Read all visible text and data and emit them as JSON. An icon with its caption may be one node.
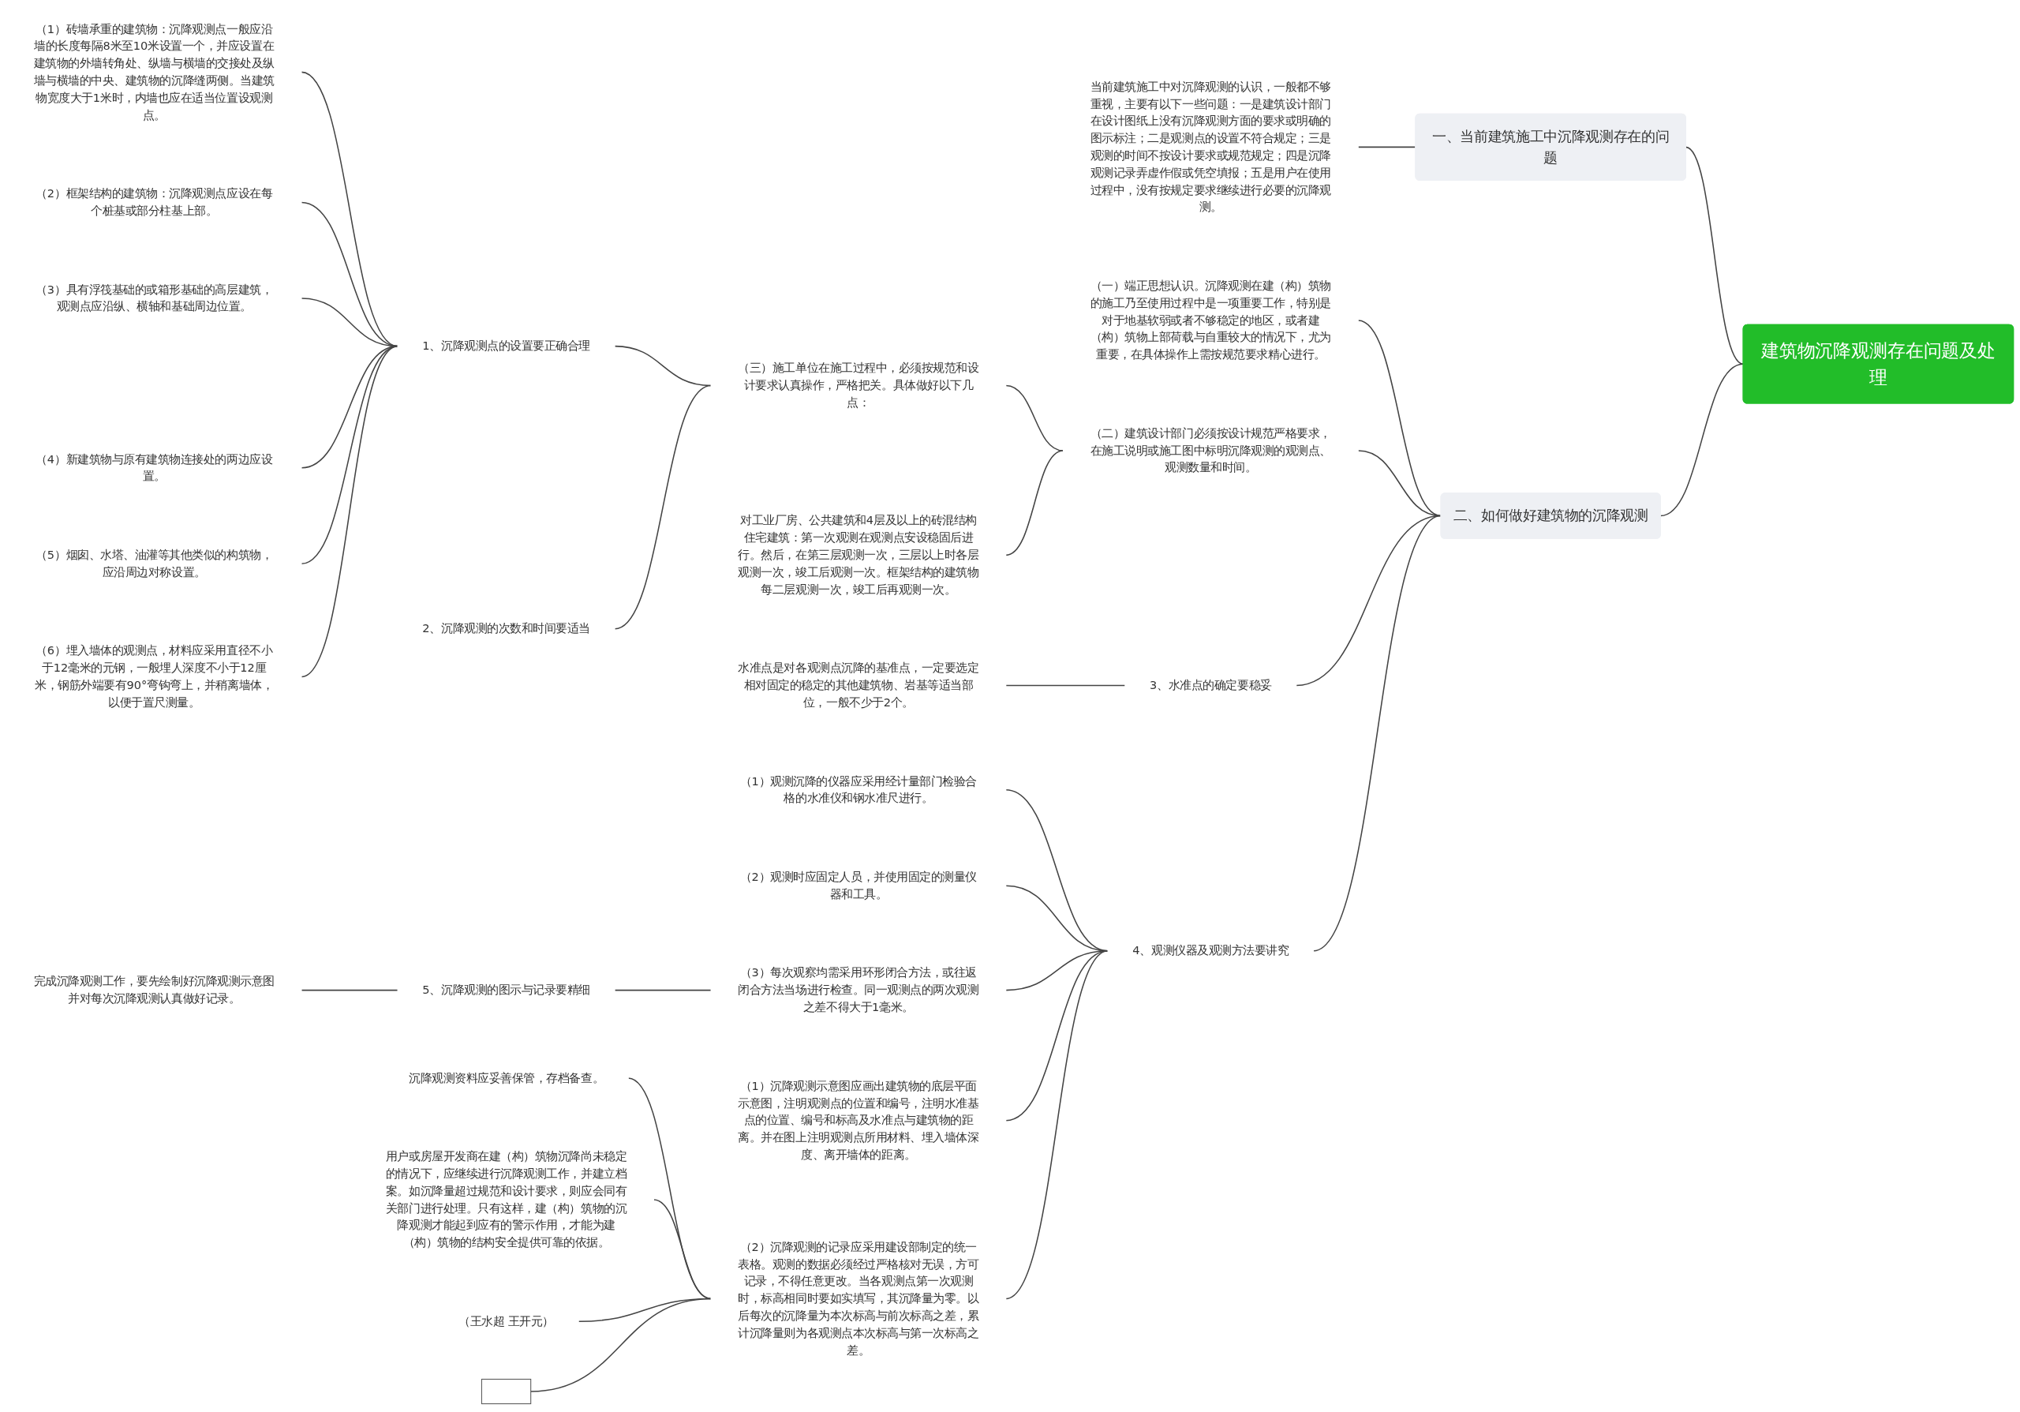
{
  "diagram": {
    "nodes": [
      {
        "text": [
          "建筑物沉降观测存在问题及处理"
        ]
      },
      {
        "text": [
          "一、当前建筑施工中沉降观测存在的问题"
        ]
      },
      {
        "text": [
          "当前建筑施工中对沉降观测的认识，一般都不够重视，主要有以下一些问题：一是建筑设计部门在设计图纸上没有沉降观测方面的要求或明确的图示标注；二是观测点的设置不符合规定；三是观测的时间不按设计要求或规范规定；四是沉降观测记录弄虚作假或凭空填报；五是用户在使用过程中，没有按规定要求继续进行必要的沉降观测。"
        ]
      },
      {
        "text": [
          "二、如何做好建筑物的沉降观测"
        ]
      },
      {
        "text": [
          "（一）端正思想认识。沉降观测在建（构）筑物的施工乃至使用过程中是一项重要工作，特别是对于地基软弱或者不够稳定的地区，或者建（构）筑物上部荷载与自重较大的情况下，尤为重要，在具体操作上需按规范要求精心进行。"
        ]
      },
      {
        "text": [
          "（二）建筑设计部门必须按设计规范严格要求，在施工说明或施工图中标明沉降观测的观测点、观测数量和时间。"
        ]
      },
      {
        "text": [
          "（三）施工单位在施工过程中，必须按规范和设计要求认真操作，严格把关。具体做好以下几点："
        ]
      },
      {
        "text": [
          "1、沉降观测点的设置要正确合理"
        ]
      },
      {
        "text": [
          "（1）砖墙承重的建筑物：沉降观测点一般应沿墙的长度每隔8米至10米设置一个，并应设置在建筑物的外墙转角处、纵墙与横墙的交接处及纵墙与横墙的中央、建筑物的沉降缝两侧。当建筑物宽度大于1米时，内墙也应在适当位置设观测点。"
        ]
      },
      {
        "text": [
          "（2）框架结构的建筑物：沉降观测点应设在每个桩基或部分柱基上部。"
        ]
      },
      {
        "text": [
          "（3）具有浮筏基础的或箱形基础的高层建筑，观测点应沿纵、横轴和基础周边位置。"
        ]
      },
      {
        "text": [
          "（4）新建筑物与原有建筑物连接处的两边应设置。"
        ]
      },
      {
        "text": [
          "（5）烟囱、水塔、油灌等其他类似的构筑物，应沿周边对称设置。"
        ]
      },
      {
        "text": [
          "（6）埋入墙体的观测点，材料应采用直径不小于12毫米的元钢，一般埋人深度不小于12厘米，钢筋外端要有90°弯钩弯上，并稍离墙体，以便于置尺测量。"
        ]
      },
      {
        "text": [
          "2、沉降观测的次数和时间要适当"
        ]
      },
      {
        "text": [
          "对工业厂房、公共建筑和4层及以上的砖混结构住宅建筑：第一次观测在观测点安设稳固后进行。然后，在第三层观测一次，三层以上时各层观测一次，竣工后观测一次。框架结构的建筑物每二层观测一次，竣工后再观测一次。"
        ]
      },
      {
        "text": [
          "3、水准点的确定要稳妥"
        ]
      },
      {
        "text": [
          "水准点是对各观测点沉降的基准点，一定要选定相对固定的稳定的其他建筑物、岩基等适当部位，一般不少于2个。"
        ]
      },
      {
        "text": [
          "4、观测仪器及观测方法要讲究"
        ]
      },
      {
        "text": [
          "（1）观测沉降的仪器应采用经计量部门检验合格的水准仪和钢水准尺进行。"
        ]
      },
      {
        "text": [
          "（2）观测时应固定人员，并使用固定的测量仪器和工具。"
        ]
      },
      {
        "text": [
          "（3）每次观察均需采用环形闭合方法，或往返闭合方法当场进行检查。同一观测点的两次观测之差不得大于1毫米。"
        ]
      },
      {
        "text": [
          "5、沉降观测的图示与记录要精细"
        ]
      },
      {
        "text": [
          "完成沉降观测工作，要先绘制好沉降观测示意图并对每次沉降观测认真做好记录。"
        ]
      },
      {
        "text": [
          "（1）沉降观测示意图应画出建筑物的底层平面示意图，注明观测点的位置和编号，注明水准基点的位置、编号和标高及水准点与建筑物的距离。并在图上注明观测点所用材料、埋入墙体深度、离开墙体的距离。"
        ]
      },
      {
        "text": [
          "（2）沉降观测的记录应采用建设部制定的统一表格。观测的数据必须经过严格核对无误，方可记录，不得任意更改。当各观测点第一次观测时，标高相同时要如实填写，其沉降量为零。以后每次的沉降量为本次标高与前次标高之差，累计沉降量则为各观测点本次标高与第一次标高之差。"
        ]
      },
      {
        "text": [
          "沉降观测资料应妥善保管，存档备查。"
        ]
      },
      {
        "text": [
          "用户或房屋开发商在建（构）筑物沉降尚未稳定的情况下，应继续进行沉降观测工作，并建立档案。如沉降量超过规范和设计要求，则应会同有关部门进行处理。只有这样，建（构）筑物的沉降观测才能起到应有的警示作用，才能为建（构）筑物的结构安全提供可靠的依据。"
        ]
      },
      {
        "text": [
          "（王水超 王开元）"
        ]
      },
      {
        "text": [],
        "shape": "box"
      }
    ],
    "edges": [
      {
        "from": 0,
        "to": 1,
        "arrow": "none"
      },
      {
        "from": 1,
        "to": 2,
        "arrow": "none"
      },
      {
        "from": 0,
        "to": 3,
        "arrow": "none"
      },
      {
        "from": 3,
        "to": 4,
        "arrow": "none"
      },
      {
        "from": 3,
        "to": 5,
        "arrow": "none"
      },
      {
        "from": 5,
        "to": 6,
        "arrow": "none"
      },
      {
        "from": 6,
        "to": 7,
        "arrow": "none"
      },
      {
        "from": 7,
        "to": 8,
        "arrow": "none"
      },
      {
        "from": 7,
        "to": 9,
        "arrow": "none"
      },
      {
        "from": 7,
        "to": 10,
        "arrow": "none"
      },
      {
        "from": 7,
        "to": 11,
        "arrow": "none"
      },
      {
        "from": 7,
        "to": 12,
        "arrow": "none"
      },
      {
        "from": 7,
        "to": 13,
        "arrow": "none"
      },
      {
        "from": 6,
        "to": 14,
        "arrow": "none"
      },
      {
        "from": 5,
        "to": 15,
        "arrow": "none"
      },
      {
        "from": 3,
        "to": 16,
        "arrow": "none"
      },
      {
        "from": 16,
        "to": 17,
        "arrow": "none"
      },
      {
        "from": 3,
        "to": 18,
        "arrow": "none"
      },
      {
        "from": 18,
        "to": 19,
        "arrow": "none"
      },
      {
        "from": 18,
        "to": 20,
        "arrow": "none"
      },
      {
        "from": 18,
        "to": 21,
        "arrow": "none"
      },
      {
        "from": 21,
        "to": 22,
        "arrow": "none"
      },
      {
        "from": 22,
        "to": 23,
        "arrow": "none"
      },
      {
        "from": 18,
        "to": 24,
        "arrow": "none"
      },
      {
        "from": 18,
        "to": 25,
        "arrow": "none"
      },
      {
        "from": 25,
        "to": 26,
        "arrow": "none"
      },
      {
        "from": 25,
        "to": 27,
        "arrow": "none"
      },
      {
        "from": 25,
        "to": 28,
        "arrow": "none"
      },
      {
        "from": 25,
        "to": 29,
        "arrow": "none"
      }
    ]
  }
}
